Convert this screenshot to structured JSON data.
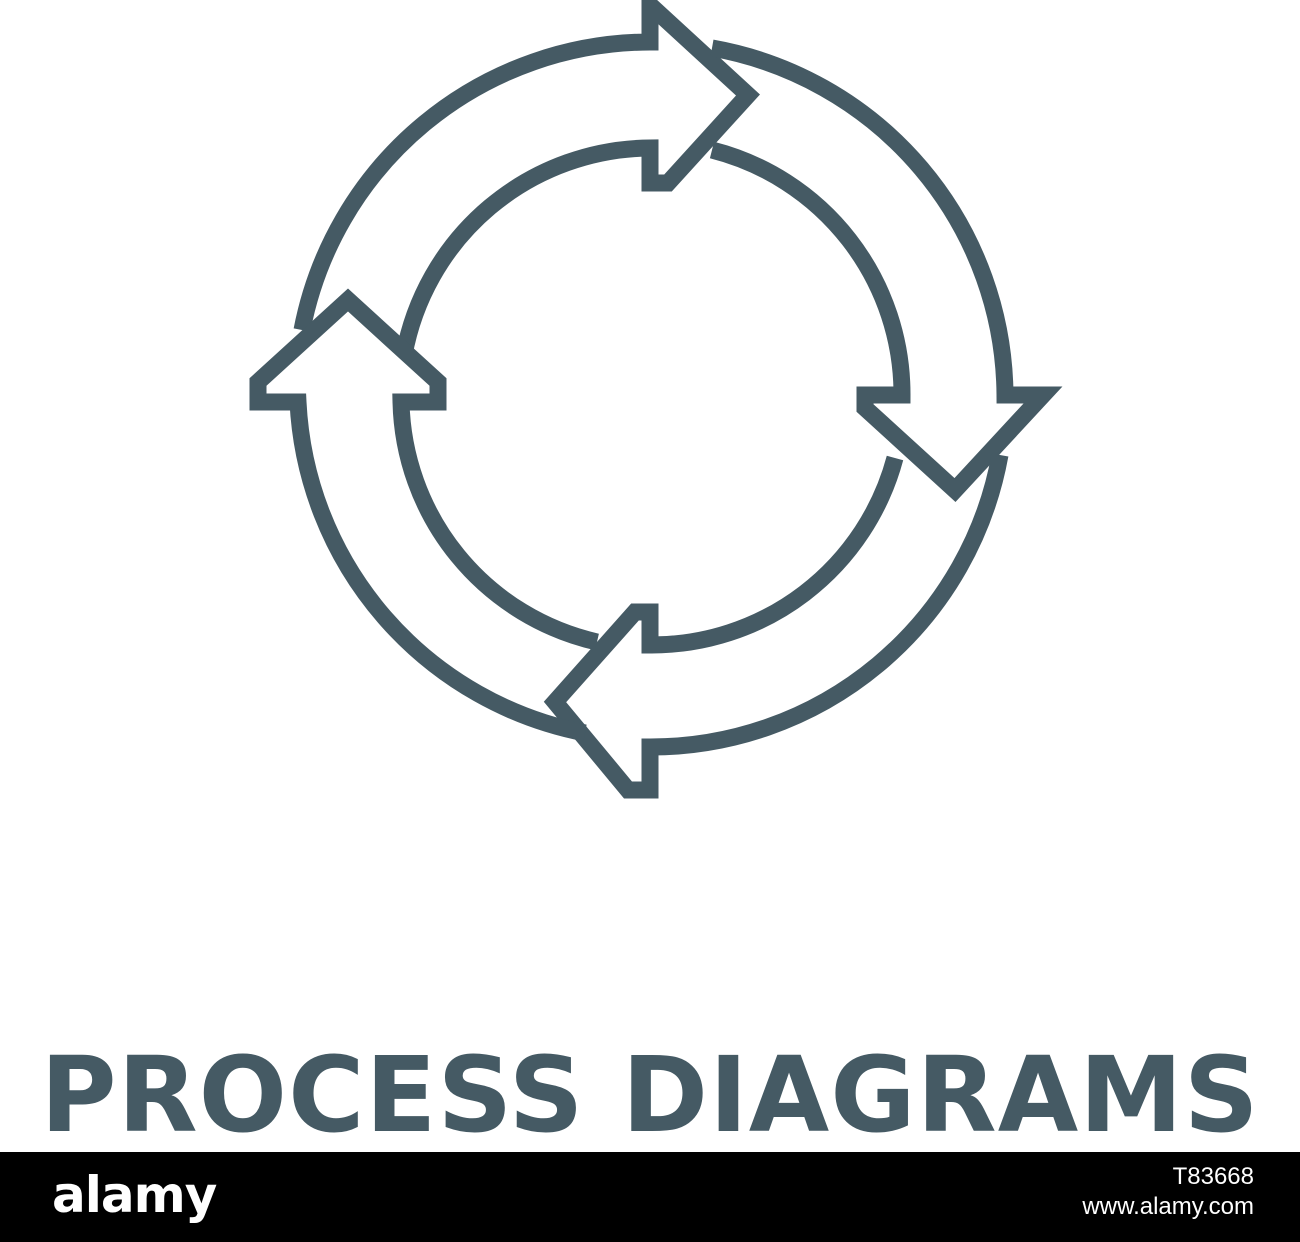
{
  "icon": {
    "name": "circular-arrows-cycle",
    "stroke_color": "#455a64"
  },
  "caption": {
    "text": "PROCESS DIAGRAMS",
    "color": "#455a64"
  },
  "footer": {
    "logo_text": "alamy",
    "image_id": "T83668",
    "site_url": "www.alamy.com",
    "text_color": "#ffffff",
    "background": "#000000"
  }
}
